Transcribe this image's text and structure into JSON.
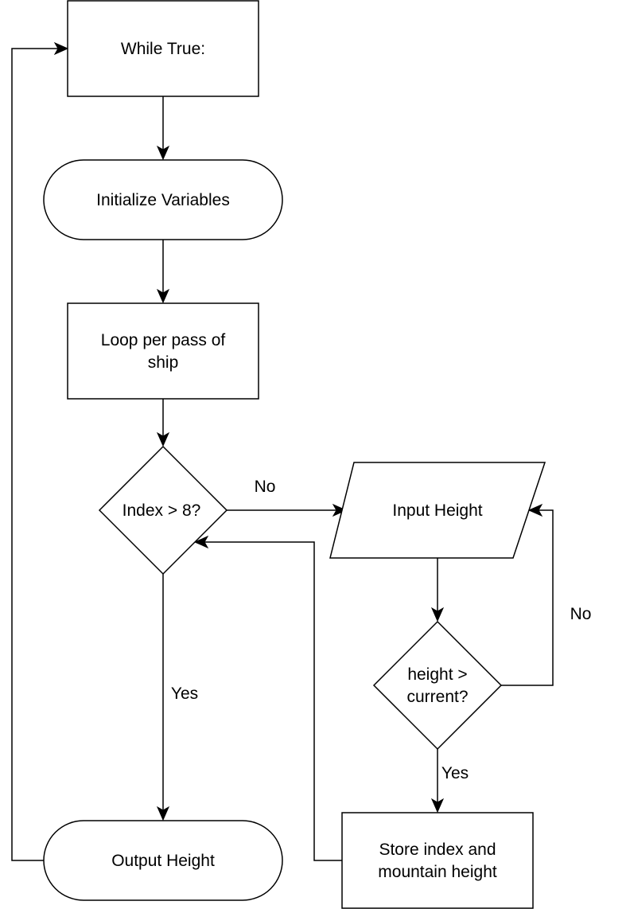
{
  "nodes": {
    "while_true": {
      "label": "While True:"
    },
    "init_vars": {
      "label": "Initialize Variables"
    },
    "loop_pass": {
      "line1": "Loop per pass of",
      "line2": "ship"
    },
    "index_check": {
      "label": "Index > 8?"
    },
    "input_height": {
      "label": "Input Height"
    },
    "height_check": {
      "line1": "height >",
      "line2": "current?"
    },
    "store": {
      "line1": "Store index and",
      "line2": "mountain height"
    },
    "output_height": {
      "label": "Output Height"
    }
  },
  "edges": {
    "index_no": "No",
    "index_yes": "Yes",
    "height_no": "No",
    "height_yes": "Yes"
  },
  "colors": {
    "stroke": "#000000",
    "fill": "#ffffff",
    "text": "#000000"
  }
}
